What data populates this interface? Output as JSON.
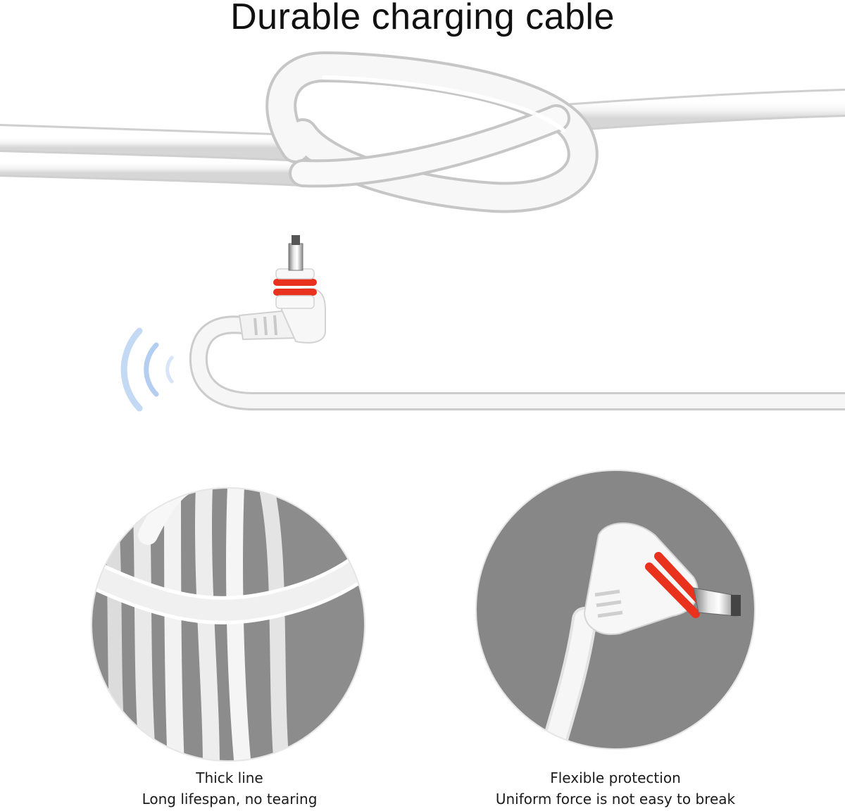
{
  "title": "Durable charging cable",
  "colors": {
    "cable": "#f2f2f2",
    "cable_shadow": "#c9c9c9",
    "ring_red": "#e8321e",
    "metal": "#b9b9b9",
    "signal_blue": "#8fb6e6",
    "circle_bg": "#8a8a8a"
  },
  "features": [
    {
      "icon": "coiled-cable-closeup",
      "label": "Thick line",
      "description": "Long lifespan, no tearing"
    },
    {
      "icon": "connector-closeup",
      "label": "Flexible protection",
      "description": "Uniform force is not easy to break"
    }
  ]
}
